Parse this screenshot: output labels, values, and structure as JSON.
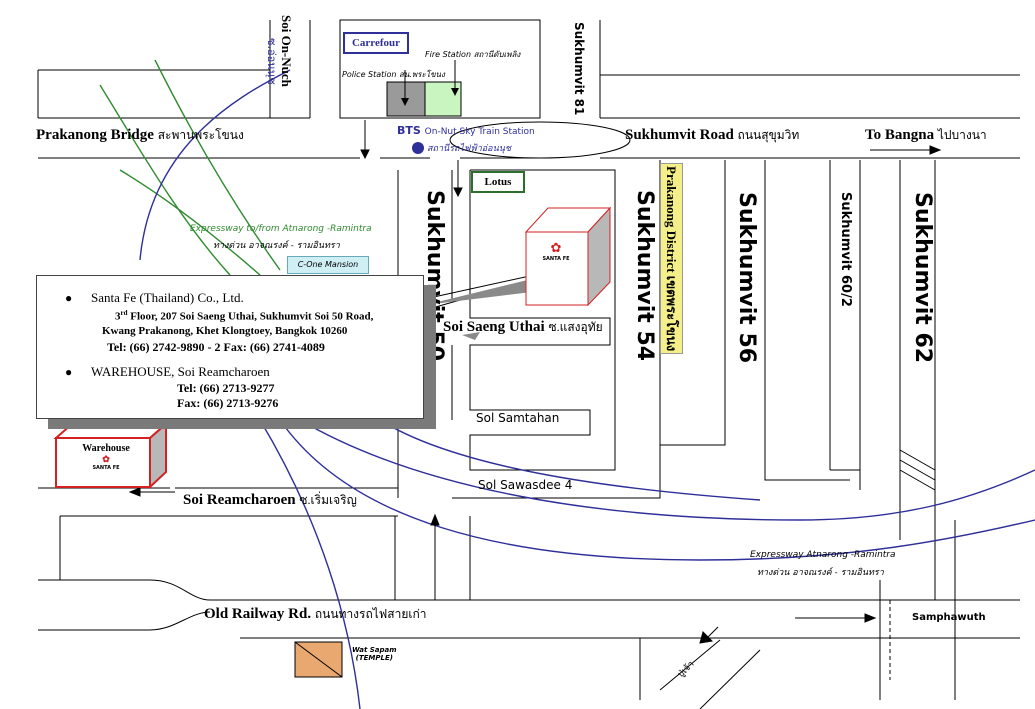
{
  "roads": {
    "soi_on_nuch": "Soi On-Nuch",
    "soi_on_nuch_th": "ซ.อ่อนนุช",
    "sukhumvit_81": "Sukhumvit 81",
    "prakanong_bridge": "Prakanong Bridge",
    "prakanong_bridge_th": "สะพานพระโขนง",
    "sukhumvit_road": "Sukhumvit Road",
    "sukhumvit_road_th": "ถนนสุขุมวิท",
    "to_bangna": "To Bangna",
    "to_bangna_th": "ไปบางนา",
    "sukhumvit_50": "Sukhumvit 50",
    "sukhumvit_54": "Sukhumvit 54",
    "sukhumvit_56": "Sukhumvit 56",
    "sukhumvit_60_2": "Sukhumvit 60/2",
    "sukhumvit_62": "Sukhumvit 62",
    "soi_saeng_uthai": "Soi Saeng Uthai",
    "soi_saeng_uthai_th": "ซ.แสงอุทัย",
    "sol_samtahan": "Sol Samtahan",
    "sol_sawasdee_4": "Sol Sawasdee 4",
    "soi_reamcharoen": "Soi Reamcharoen",
    "soi_reamcharoen_th": "ซ.เริ่มเจริญ",
    "old_railway": "Old Railway Rd.",
    "old_railway_th": "ถนนทางรถไฟสายเก่า",
    "samphawuth": "Samphawuth",
    "pu_chao": "ปู่เจ้า"
  },
  "landmarks": {
    "carrefour": "Carrefour",
    "fire_station": "Fire Station สถานีดับเพลิง",
    "police_station": "Police Station สน.พระโขนง",
    "bts": "BTS",
    "bts_station": "On-Nut Sky Train Station",
    "bts_station_th": "สถานีรถไฟฟ้าอ่อนนุช",
    "lotus": "Lotus",
    "c_one_mansion": "C-One Mansion",
    "prakanong_district": "Prakanong District เขตพระโขนง",
    "warehouse": "Warehouse",
    "santa_fe_logo": "SANTA FE",
    "wat_sapam": "Wat Sapam",
    "temple": "(TEMPLE)"
  },
  "expressway": {
    "upper_en": "Expressway to/from Atnarong -Ramintra",
    "upper_th": "ทางด่วน อาจณรงค์ - รามอินทรา",
    "lower_en": "Expressway Atnarong -Ramintra",
    "lower_th": "ทางด่วน อาจณรงค์ - รามอินทรา"
  },
  "info": {
    "company": "Santa Fe (Thailand) Co., Ltd.",
    "addr1_sup": "rd",
    "addr1_a": "3",
    "addr1_b": " Floor, 207 Soi Saeng Uthai, Sukhumvit Soi 50 Road,",
    "addr2": "Kwang Prakanong, Khet Klongtoey, Bangkok 10260",
    "addr3": "Tel: (66) 2742-9890 - 2     Fax: (66) 2741-4089",
    "warehouse_title": "WAREHOUSE, Soi Reamcharoen",
    "wh_tel": "Tel:  (66) 2713-9277",
    "wh_fax": "Fax: (66) 2713-9276"
  },
  "colors": {
    "expressway_green": "#2e8b2e",
    "expressway_blue": "#2f2f9a",
    "building_red": "#d42020",
    "label_border_green": "#2c6e2c",
    "district_yellow": "#f5ef8a",
    "c_one_fill": "#cfeff5",
    "temple_fill": "#e8a870",
    "fire_fill": "#c8f5c0",
    "police_fill": "#9a9a9a"
  }
}
